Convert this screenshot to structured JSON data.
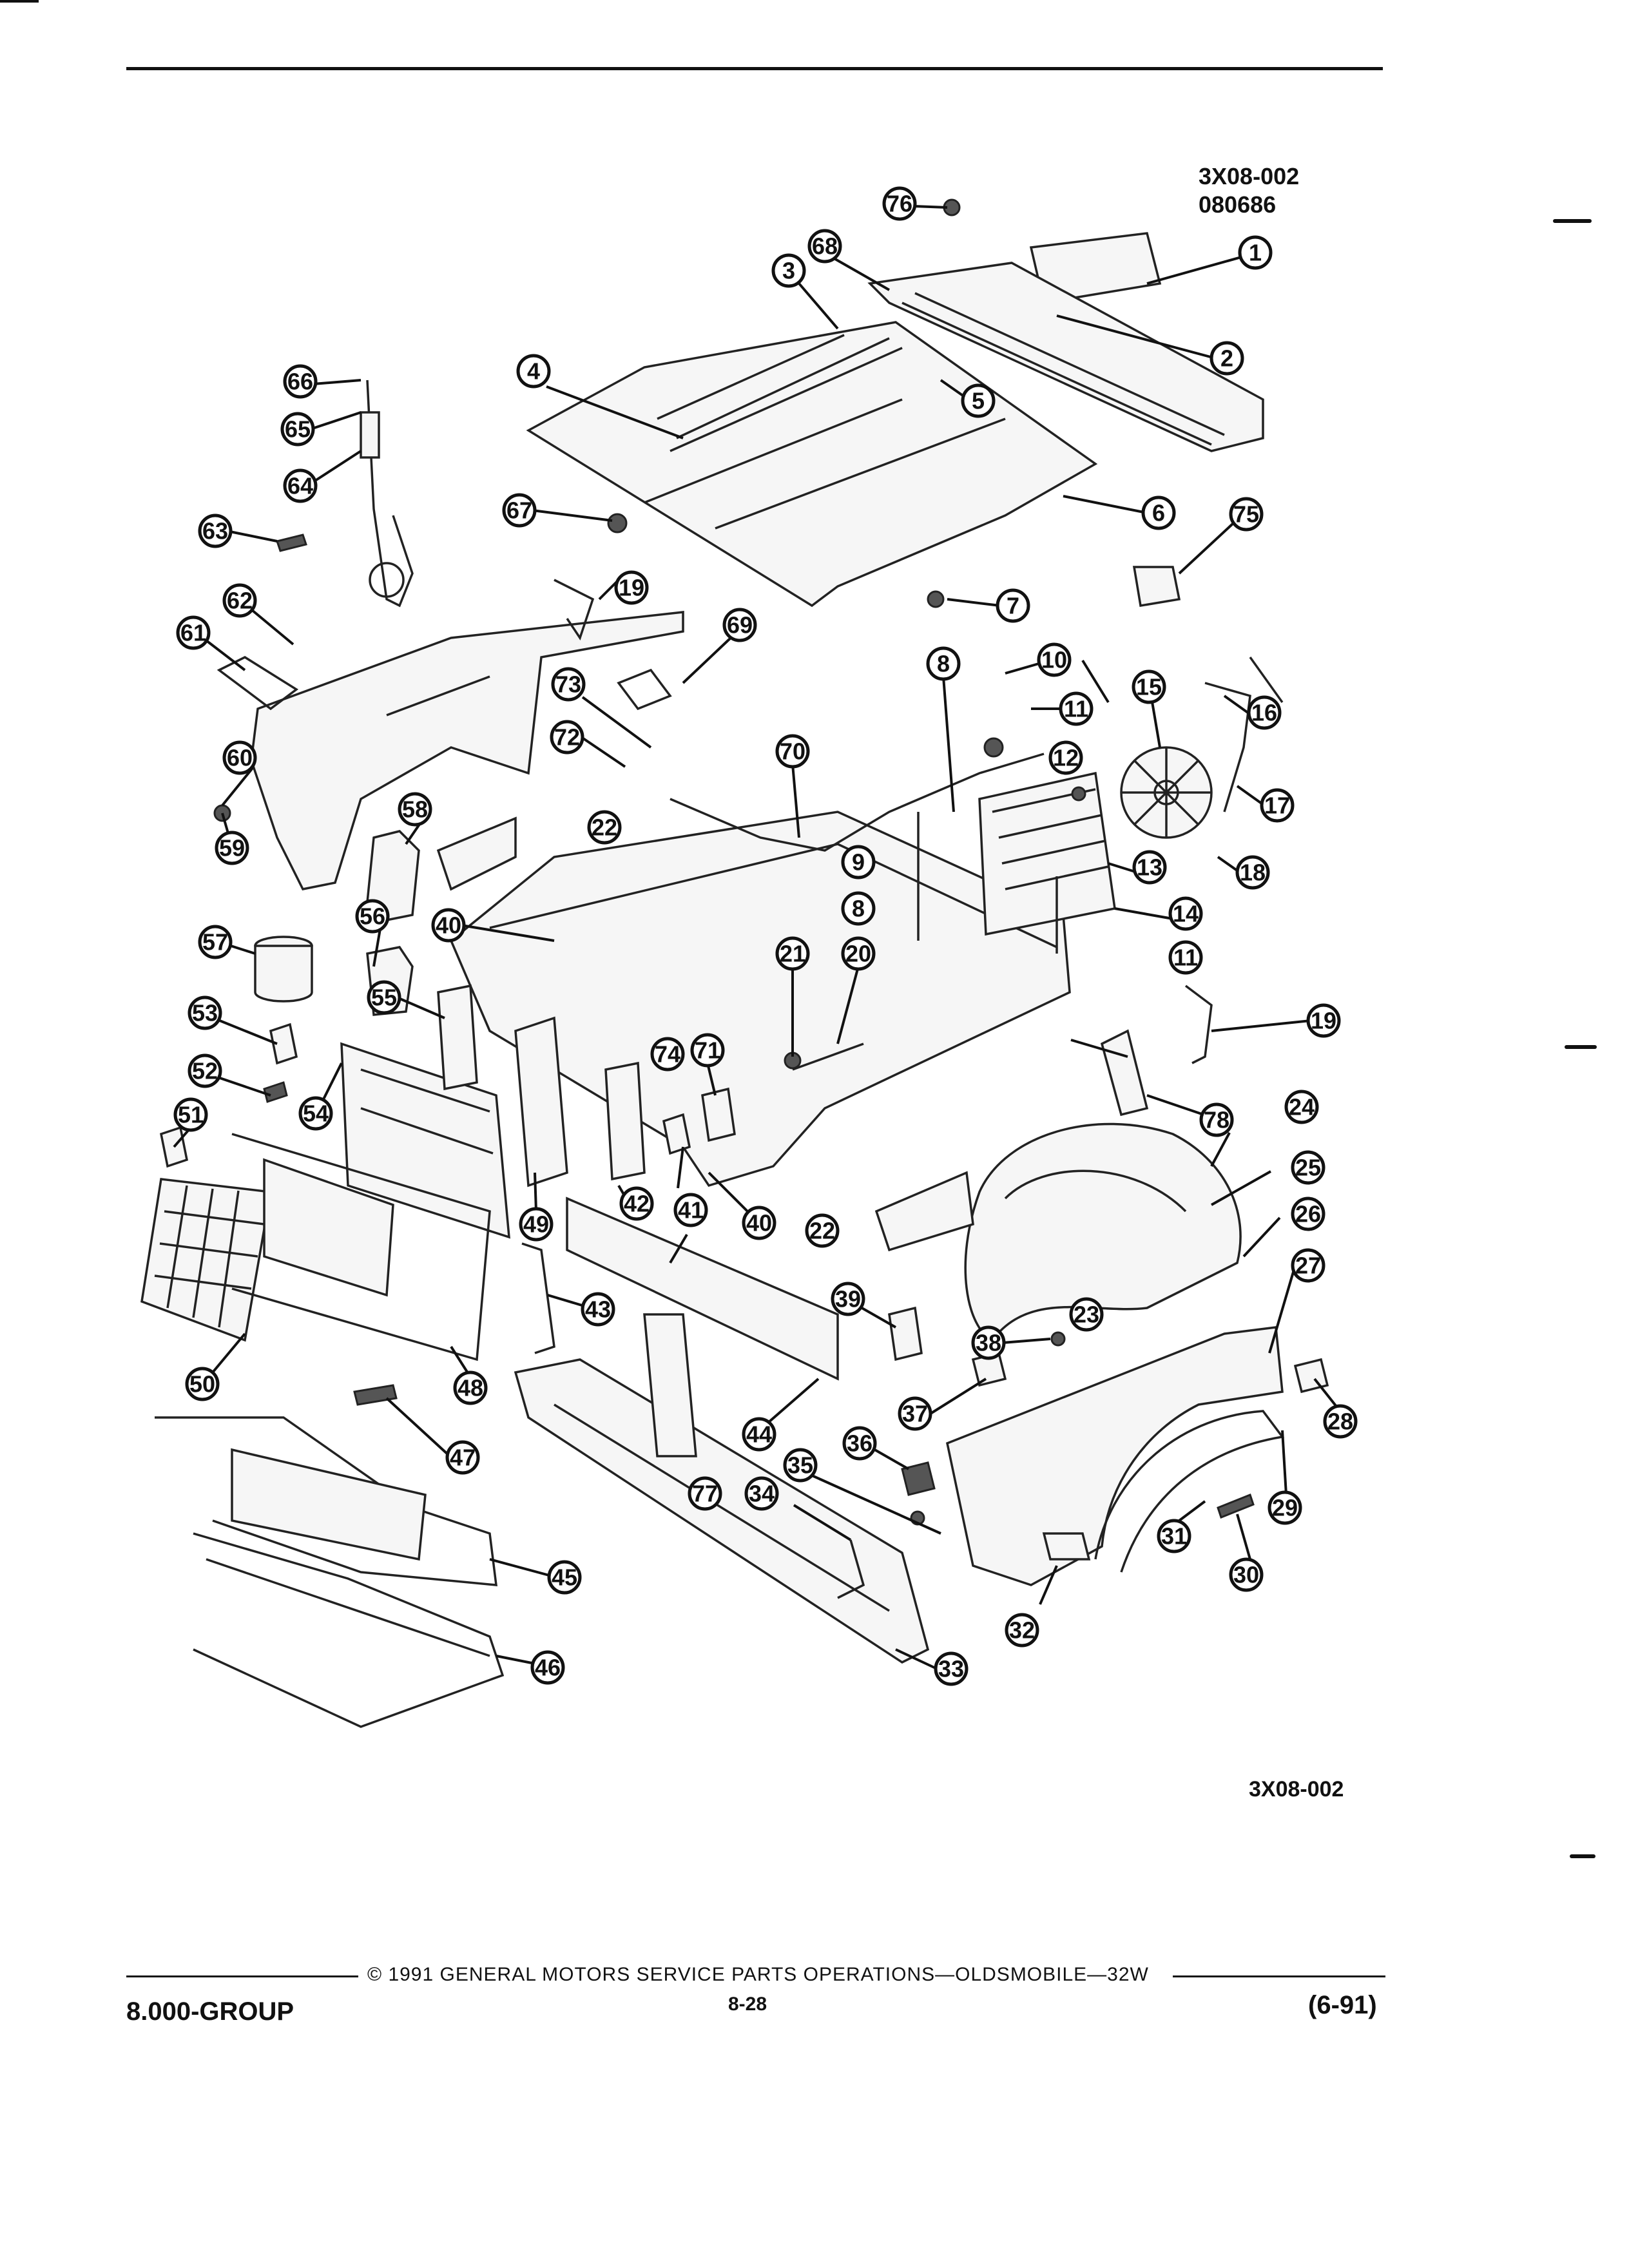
{
  "figure": {
    "code": "3X08-002",
    "date_code": "080686",
    "code_bottom": "3X08-002"
  },
  "callouts": [
    "1",
    "2",
    "3",
    "4",
    "5",
    "6",
    "7",
    "8",
    "9",
    "10",
    "11",
    "12",
    "13",
    "14",
    "15",
    "16",
    "17",
    "18",
    "19",
    "20",
    "21",
    "22",
    "23",
    "24",
    "25",
    "26",
    "27",
    "28",
    "29",
    "30",
    "31",
    "32",
    "33",
    "34",
    "35",
    "36",
    "37",
    "38",
    "39",
    "40",
    "41",
    "42",
    "43",
    "44",
    "45",
    "46",
    "47",
    "48",
    "49",
    "50",
    "51",
    "52",
    "53",
    "54",
    "55",
    "56",
    "57",
    "58",
    "59",
    "60",
    "61",
    "62",
    "63",
    "64",
    "65",
    "66",
    "67",
    "68",
    "69",
    "70",
    "71",
    "72",
    "73",
    "74",
    "75",
    "76",
    "77",
    "78"
  ],
  "footer": {
    "group": "8.000-GROUP",
    "copyright": "© 1991 GENERAL MOTORS SERVICE PARTS OPERATIONS—OLDSMOBILE—32W",
    "page": "8-28",
    "revision": "(6-91)"
  }
}
